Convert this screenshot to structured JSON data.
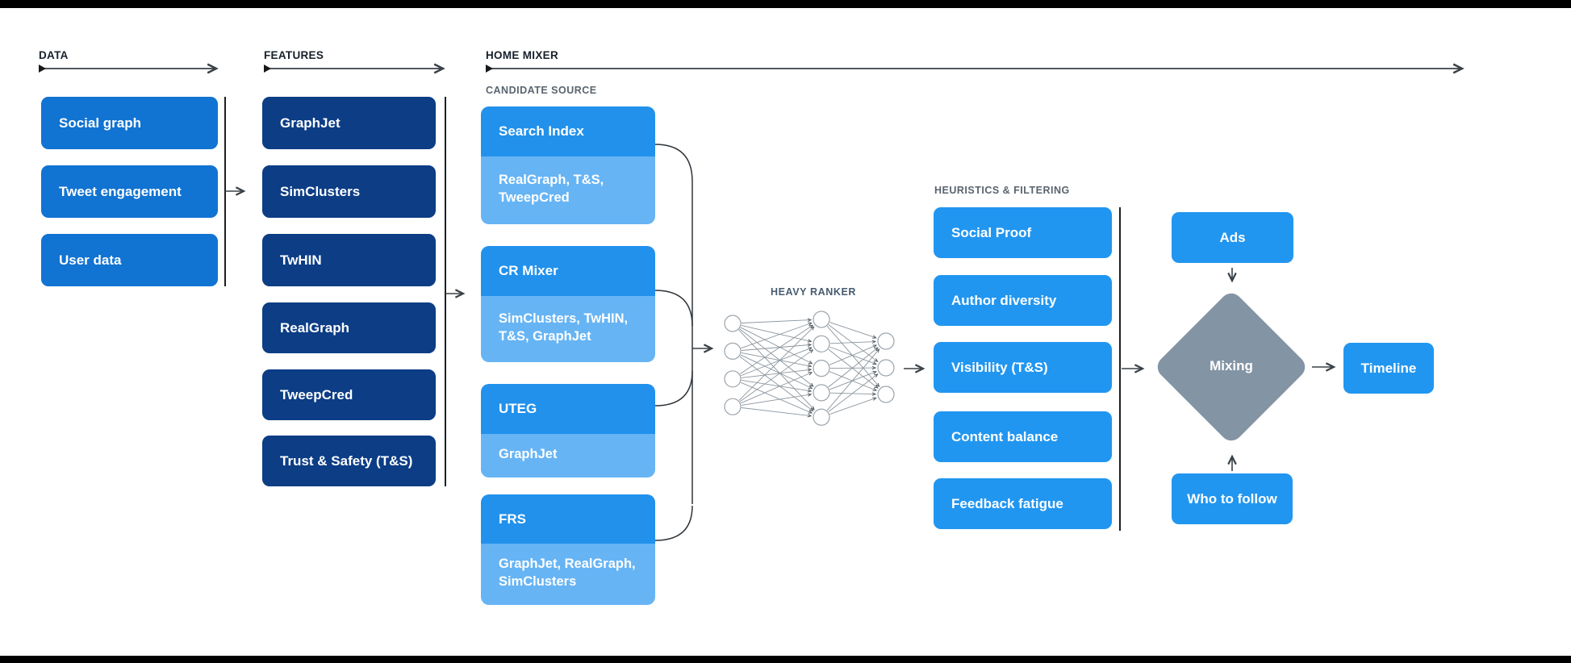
{
  "colors": {
    "blue-medium": "#1173d2",
    "blue-bright": "#2196f0",
    "blue-card-head": "#2191ec",
    "blue-light": "#66b4f4",
    "navy": "#0c3d85",
    "gray-diamond": "#8394a4",
    "ink": "#16202b",
    "label-gray": "#59646e",
    "ranker-slate": "#475b70",
    "line": "#3a4147"
  },
  "sections": {
    "data": {
      "label": "DATA",
      "items": [
        {
          "label": "Social graph"
        },
        {
          "label": "Tweet engagement"
        },
        {
          "label": "User data"
        }
      ]
    },
    "features": {
      "label": "FEATURES",
      "items": [
        {
          "label": "GraphJet"
        },
        {
          "label": "SimClusters"
        },
        {
          "label": "TwHIN"
        },
        {
          "label": "RealGraph"
        },
        {
          "label": "TweepCred"
        },
        {
          "label": "Trust & Safety (T&S)"
        }
      ]
    },
    "home_mixer": {
      "label": "HOME MIXER",
      "candidate_source": {
        "label": "CANDIDATE SOURCE",
        "items": [
          {
            "name": "Search Index",
            "sources": "RealGraph, T&S, TweepCred"
          },
          {
            "name": "CR Mixer",
            "sources": "SimClusters, TwHIN, T&S, GraphJet"
          },
          {
            "name": "UTEG",
            "sources": "GraphJet"
          },
          {
            "name": "FRS",
            "sources": "GraphJet, RealGraph, SimClusters"
          }
        ]
      },
      "heavy_ranker": {
        "label": "HEAVY RANKER",
        "network_layers": [
          4,
          5,
          3
        ]
      },
      "heuristics": {
        "label": "HEURISTICS & FILTERING",
        "items": [
          {
            "label": "Social Proof"
          },
          {
            "label": "Author diversity"
          },
          {
            "label": "Visibility (T&S)"
          },
          {
            "label": "Content balance"
          },
          {
            "label": "Feedback fatigue"
          }
        ]
      },
      "mixing": {
        "label": "Mixing",
        "input_top": "Ads",
        "input_bottom": "Who to follow",
        "output": "Timeline"
      }
    }
  }
}
